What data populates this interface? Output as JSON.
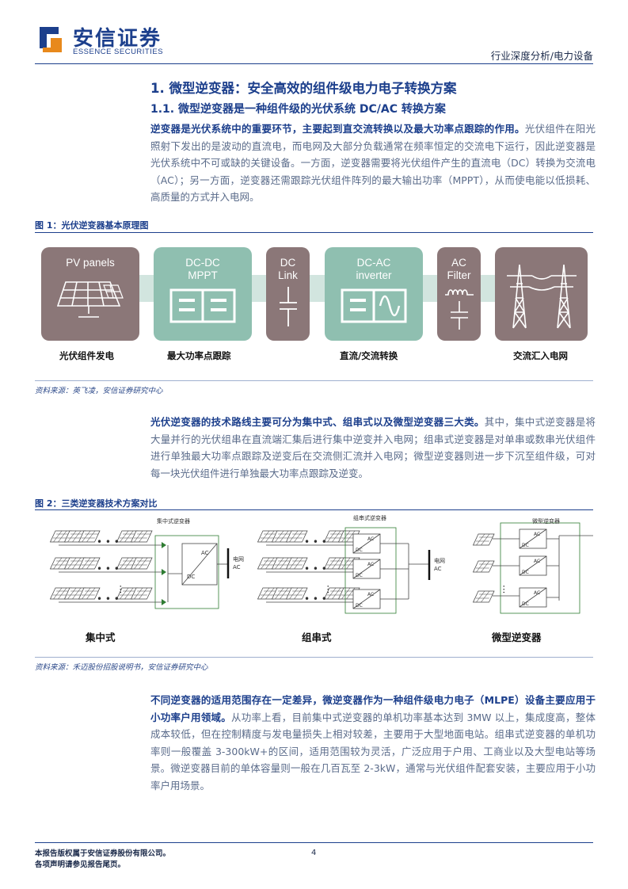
{
  "header": {
    "company_cn": "安信证券",
    "company_en": "ESSENCE SECURITIES",
    "category": "行业深度分析/电力设备"
  },
  "section": {
    "heading": "1. 微型逆变器：安全高效的组件级电力电子转换方案",
    "subheading": "1.1. 微型逆变器是一种组件级的光伏系统 DC/AC 转换方案"
  },
  "paragraphs": {
    "p1_bold": "逆变器是光伏系统中的重要环节，主要起到直交流转换以及最大功率点跟踪的作用。",
    "p1_rest": "光伏组件在阳光照射下发出的是波动的直流电，而电网及大部分负载通常在频率恒定的交流电下运行，因此逆变器是光伏系统中不可或缺的关键设备。一方面，逆变器需要将光伏组件产生的直流电（DC）转换为交流电（AC）；另一方面，逆变器还需跟踪光伏组件阵列的最大输出功率（MPPT），从而使电能以低损耗、高质量的方式并入电网。",
    "p2_bold": "光伏逆变器的技术路线主要可分为集中式、组串式以及微型逆变器三大类。",
    "p2_rest": "其中，集中式逆变器是将大量并行的光伏组串在直流端汇集后进行集中逆变并入电网；组串式逆变器是对单串或数串光伏组件进行单独最大功率点跟踪及逆变后在交流侧汇流并入电网；微型逆变器则进一步下沉至组件级，可对每一块光伏组件进行单独最大功率点跟踪及逆变。",
    "p3_bold": "不同逆变器的适用范围存在一定差异，微逆变器作为一种组件级电力电子（MLPE）设备主要应用于小功率户用领域。",
    "p3_rest": "从功率上看，目前集中式逆变器的单机功率基本达到 3MW 以上，集成度高，整体成本较低，但在控制精度与发电量损失上相对较差，主要用于大型地面电站。组串式逆变器的单机功率则一般覆盖 3-300kW+的区间，适用范围较为灵活，广泛应用于户用、工商业以及大型电站等场景。微逆变器目前的单体容量则一般在几百瓦至 2-3kW，通常与光伏组件配套安装，主要应用于小功率户用场景。"
  },
  "figure1": {
    "title": "图 1：光伏逆变器基本原理图",
    "blocks": {
      "pv": "PV panels",
      "dcdc_1": "DC-DC",
      "dcdc_2": "MPPT",
      "dclink_1": "DC",
      "dclink_2": "Link",
      "dcac_1": "DC-AC",
      "dcac_2": "inverter",
      "acf_1": "AC",
      "acf_2": "Filter"
    },
    "captions": {
      "pv": "光伏组件发电",
      "mppt": "最大功率点跟踪",
      "conv": "直流/交流转换",
      "grid": "交流汇入电网"
    },
    "source": "资料来源：英飞凌，安信证券研究中心"
  },
  "figure2": {
    "title": "图 2：三类逆变器技术方案对比",
    "labels": {
      "central_box": "集中式逆变器",
      "string_box": "组串式逆变器",
      "micro_box": "微型逆变器",
      "grid": "电网",
      "ac": "AC",
      "dc": "DC",
      "dots": "• • •"
    },
    "captions": {
      "central": "集中式",
      "string": "组串式",
      "micro": "微型逆变器"
    },
    "source": "资料来源：禾迈股份招股说明书，安信证券研究中心"
  },
  "footer": {
    "line1": "本报告版权属于安信证券股份有限公司。",
    "line2": "各项声明请参见报告尾页。",
    "page": "4"
  },
  "colors": {
    "brand_blue": "#1c3f8c",
    "logo_orange": "#e8891c",
    "block_gray": "#8b7778",
    "block_teal": "#8fbfb0"
  }
}
